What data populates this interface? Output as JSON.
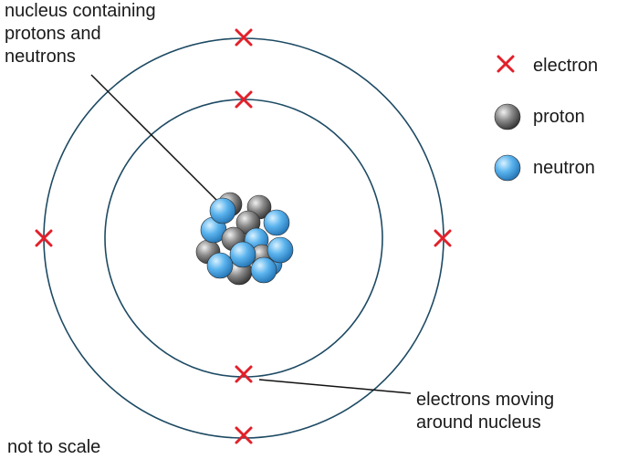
{
  "labels": {
    "nucleus": [
      "nucleus containing",
      "protons and",
      "neutrons"
    ],
    "electrons": [
      "electrons moving",
      "around nucleus"
    ],
    "scale_note": "not to scale"
  },
  "legend": {
    "electron": "electron",
    "proton": "proton",
    "neutron": "neutron"
  },
  "diagram": {
    "orbits": [
      {
        "name": "inner",
        "electrons": 2
      },
      {
        "name": "outer",
        "electrons": 4
      }
    ],
    "nucleus": {
      "protons": 7,
      "neutrons": 8
    },
    "colors": {
      "orbit": "#1d4a63",
      "electron": "#e2202a",
      "neutron": "#3d9fe0",
      "proton": "#5f5f5f",
      "leader_line": "#111111"
    },
    "icons": [
      "electron-cross-icon",
      "proton-sphere-icon",
      "neutron-sphere-icon"
    ]
  }
}
